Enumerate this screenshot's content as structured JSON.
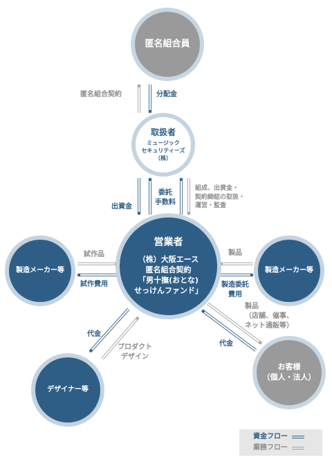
{
  "nodes": {
    "investor": {
      "lines": [
        "匿名組合員"
      ]
    },
    "agent": {
      "title": "取扱者",
      "lines": [
        "ミュージック",
        "セキュリティーズ",
        "（株）"
      ]
    },
    "operator": {
      "title": "営業者",
      "lines": [
        "（株）大阪エース",
        "匿名組合契約",
        "「男十撫(おとな)",
        "せっけんファンド」"
      ]
    },
    "maker_left": {
      "lines": [
        "製造メーカー等"
      ]
    },
    "maker_right": {
      "lines": [
        "製造メーカー等"
      ]
    },
    "designer": {
      "lines": [
        "デザイナー等"
      ]
    },
    "customer": {
      "lines": [
        "お客様",
        "（個人・法人）"
      ]
    }
  },
  "labels": {
    "contract": "匿名組合契約",
    "distribution": "分配金",
    "investment": "出資金",
    "commission": [
      "委託",
      "手数料"
    ],
    "agent_ops": [
      "組成、出資金・",
      "契約締結の取扱・",
      "運営・監査"
    ],
    "prototype": "試作品",
    "prototype_fee": "試作費用",
    "product_in": "製品",
    "mfg_fee": [
      "製造委託",
      "費用"
    ],
    "product_out": [
      "製品",
      "（店舗、催事、",
      "ネット通販等）"
    ],
    "payment_customer": "代金",
    "payment_designer": "代金",
    "design": [
      "プロダクト",
      "デザイン"
    ]
  },
  "legend": {
    "money_flow": "資金フロー",
    "business_flow": "業務フロー"
  },
  "colors": {
    "node_blue": "#2e5e86",
    "node_gray": "#9a9a9a",
    "money": "#2e5e86",
    "business": "#8c8c8c"
  }
}
